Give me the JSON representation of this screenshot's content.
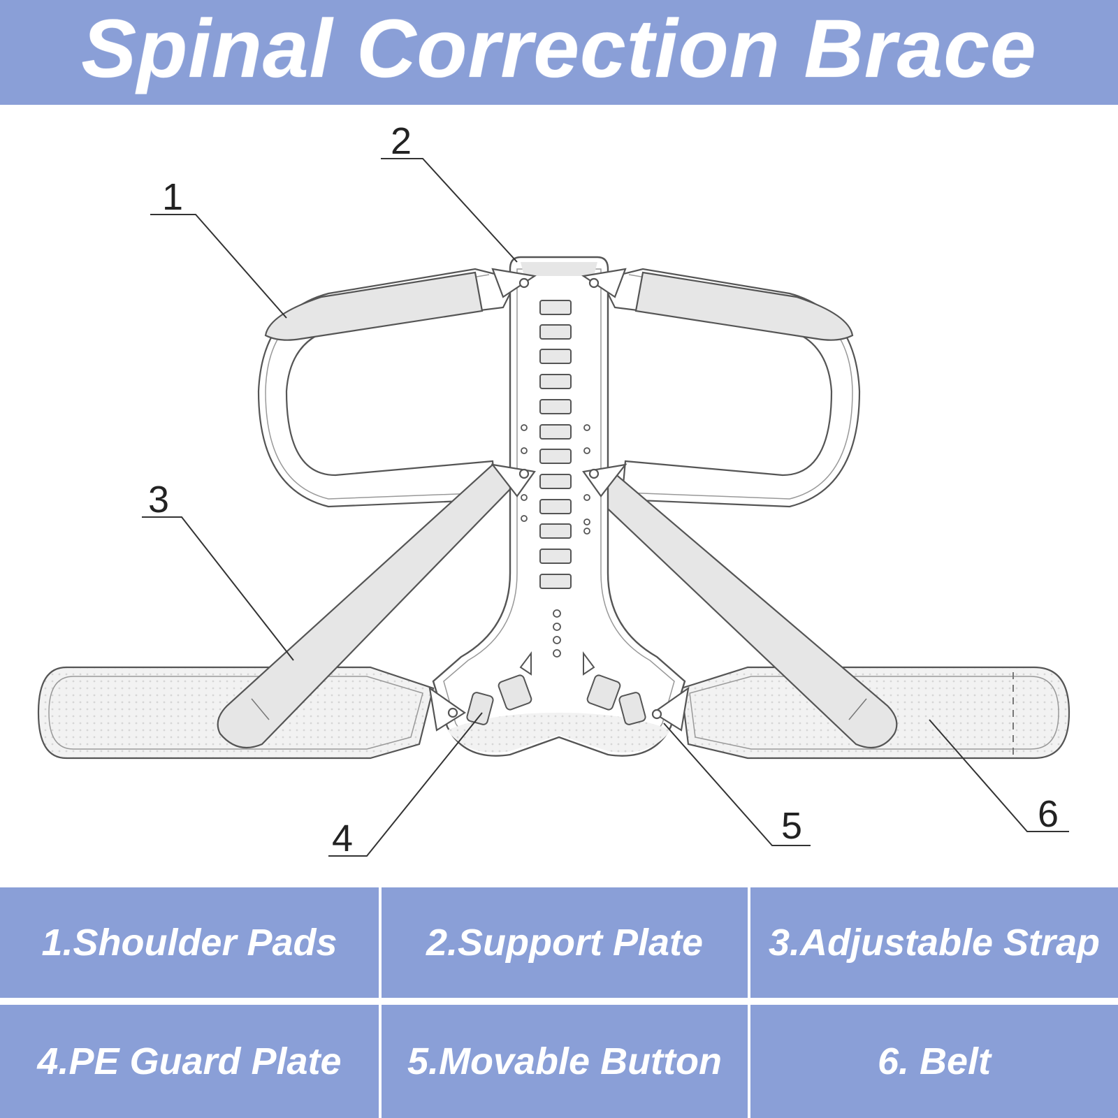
{
  "title": "Spinal Correction Brace",
  "callouts": [
    "1",
    "2",
    "3",
    "4",
    "5",
    "6"
  ],
  "legend": [
    "1.Shoulder Pads",
    "2.Support Plate",
    "3.Adjustable Strap",
    "4.PE Guard Plate",
    "5.Movable Button",
    "6. Belt"
  ],
  "colors": {
    "banner": "#8a9fd7",
    "banner_text": "#ffffff",
    "line_art": "#555555",
    "pad_fill": "#e6e6e6"
  }
}
